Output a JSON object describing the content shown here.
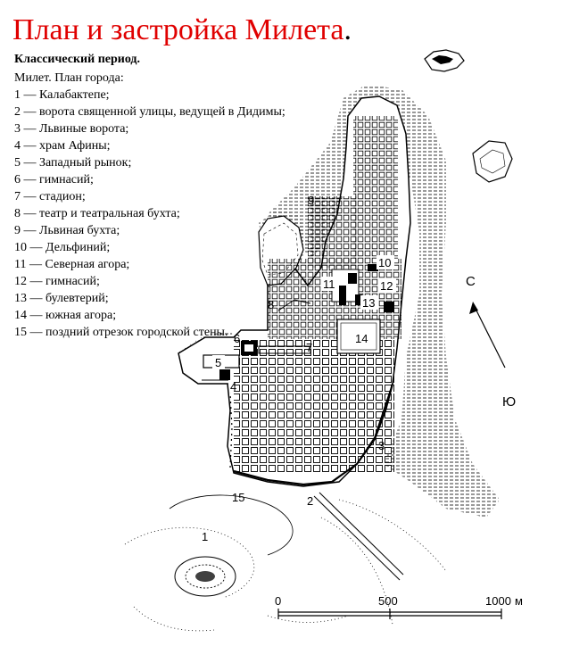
{
  "header": {
    "title": "План и застройка Милета",
    "title_dot": ".",
    "subtitle": "Классический период."
  },
  "legend": {
    "caption": "Милет. План города:",
    "items": [
      "1 — Калабактепе;",
      "2 — ворота священной улицы, ведущей в Дидимы;",
      "3 — Львиные ворота;",
      "4 — храм Афины;",
      "5 — Западный рынок;",
      "6 — гимнасий;",
      "7 — стадион;",
      "8 — театр и театральная бухта;",
      "9 — Львиная бухта;",
      "10 — Дельфиний;",
      "11 — Северная агора;",
      "12 — гимнасий;",
      "13 — булевтерий;",
      "14  — южная агора;",
      "15 — поздний отрезок городской стены."
    ]
  },
  "map_labels": {
    "n1": "1",
    "n2": "2",
    "n3": "3",
    "n4": "4",
    "n5": "5",
    "n6": "6",
    "n7": "7",
    "n8": "8",
    "n9": "9",
    "n10": "10",
    "n11": "11",
    "n12": "12",
    "n13": "13",
    "n14": "14",
    "n15": "15"
  },
  "compass": {
    "north": "С",
    "south": "Ю"
  },
  "scale": {
    "zero": "0",
    "mid": "500",
    "end": "1000",
    "unit": "м"
  },
  "colors": {
    "title": "#e00000",
    "ink": "#000000",
    "background": "#ffffff"
  }
}
